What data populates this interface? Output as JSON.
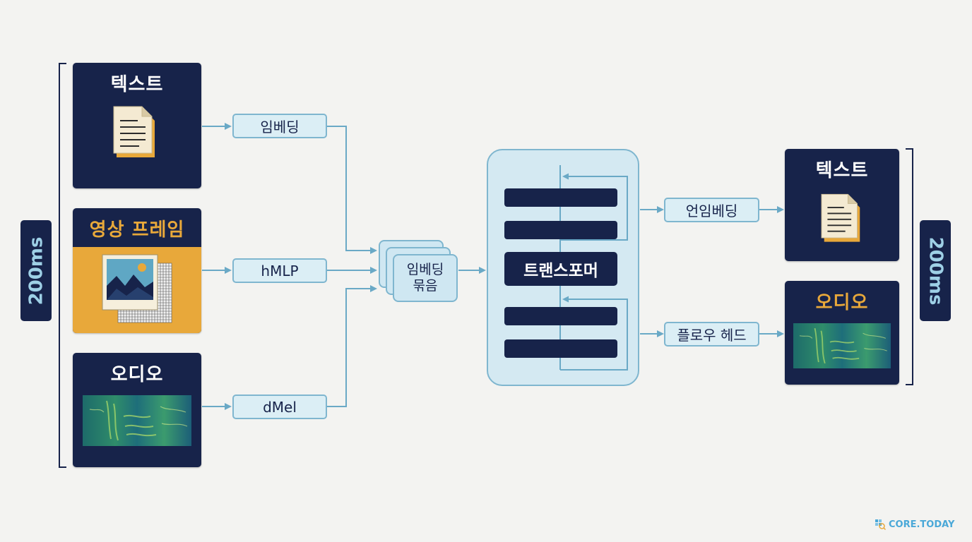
{
  "inputs": {
    "text": {
      "title": "텍스트",
      "icon": "document-icon"
    },
    "video": {
      "title": "영상 프레임",
      "icon": "image-frames-icon"
    },
    "audio": {
      "title": "오디오",
      "icon": "spectrogram-icon"
    },
    "time_window": "200ms"
  },
  "encoders": {
    "embedding": "임베딩",
    "hmlp": "hMLP",
    "dmel": "dMel"
  },
  "bundle": {
    "line1": "임베딩",
    "line2": "묶음"
  },
  "transformer": {
    "label": "트랜스포머"
  },
  "heads": {
    "unembedding": "언임베딩",
    "flow_head": "플로우 헤드"
  },
  "outputs": {
    "text": {
      "title": "텍스트",
      "icon": "document-icon"
    },
    "audio": {
      "title": "오디오",
      "icon": "spectrogram-icon"
    },
    "time_window": "200ms"
  },
  "logo": {
    "text": "CORE.TODAY",
    "icon": "logo-grid-icon"
  },
  "colors": {
    "navy": "#17234a",
    "light_blue": "#dbeef5",
    "border_blue": "#7fb6cf",
    "gold": "#e8a83a",
    "background": "#f3f3f1"
  }
}
